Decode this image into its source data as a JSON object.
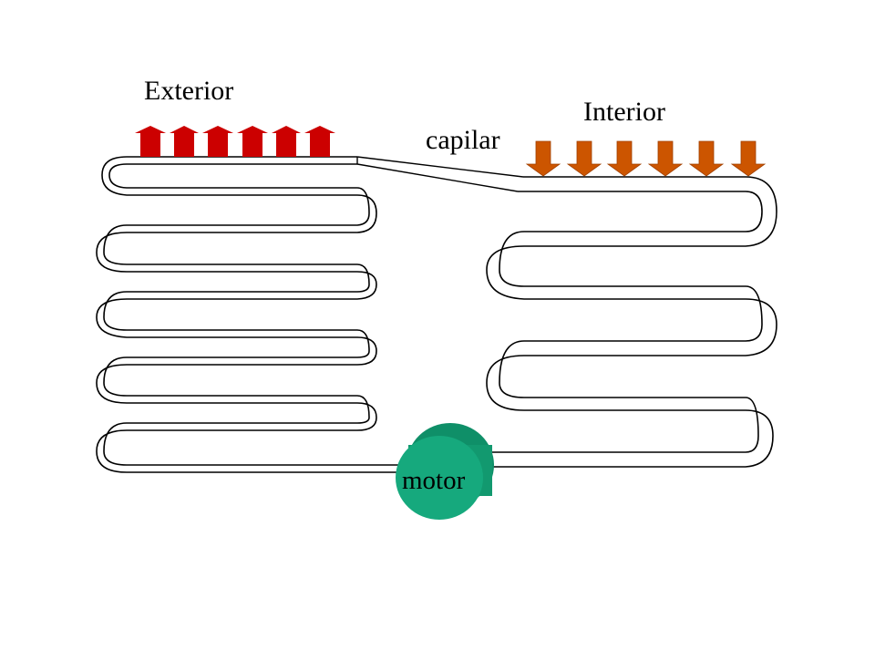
{
  "labels": {
    "exterior": "Exterior",
    "interior": "Interior",
    "capilar": "capilar",
    "motor": "motor"
  },
  "colors": {
    "exterior_arrows": "#cc0000",
    "interior_arrows": "#cc5500",
    "motor_fill": "#14a37a",
    "motor_dark": "#0f7f5f",
    "tube_stroke": "#000000"
  },
  "exterior_arrow_count": 6,
  "interior_arrow_count": 6
}
